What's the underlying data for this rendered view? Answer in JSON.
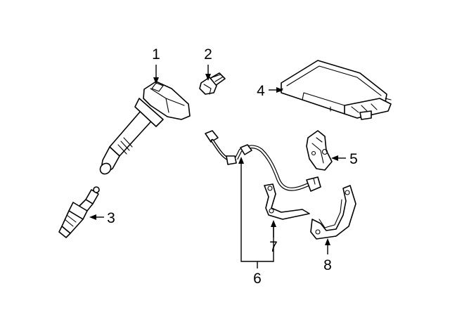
{
  "callouts": [
    {
      "id": "1",
      "label": "1"
    },
    {
      "id": "2",
      "label": "2"
    },
    {
      "id": "3",
      "label": "3"
    },
    {
      "id": "4",
      "label": "4"
    },
    {
      "id": "5",
      "label": "5"
    },
    {
      "id": "6",
      "label": "6"
    },
    {
      "id": "7",
      "label": "7"
    },
    {
      "id": "8",
      "label": "8"
    }
  ],
  "parts": [
    {
      "callout": "1",
      "icon": "ignition-coil-icon"
    },
    {
      "callout": "2",
      "icon": "bolt-icon"
    },
    {
      "callout": "3",
      "icon": "spark-plug-icon"
    },
    {
      "callout": "4",
      "icon": "control-module-icon"
    },
    {
      "callout": "5",
      "icon": "sensor-icon"
    },
    {
      "callout": "6",
      "icon": "wire-harness-icon"
    },
    {
      "callout": "7",
      "icon": "mounting-bracket-icon"
    },
    {
      "callout": "8",
      "icon": "bracket-icon"
    }
  ],
  "colors": {
    "line": "#000000",
    "background": "#ffffff"
  }
}
